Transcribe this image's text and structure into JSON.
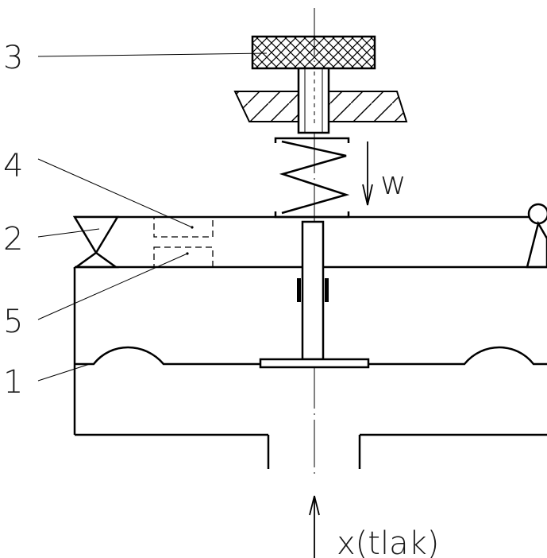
{
  "labels": {
    "part_1": "1",
    "part_2": "2",
    "part_3": "3",
    "part_4": "4",
    "part_5": "5",
    "force": "w",
    "input": "x(tlak)"
  },
  "colors": {
    "line": "#000000",
    "background": "#ffffff"
  }
}
